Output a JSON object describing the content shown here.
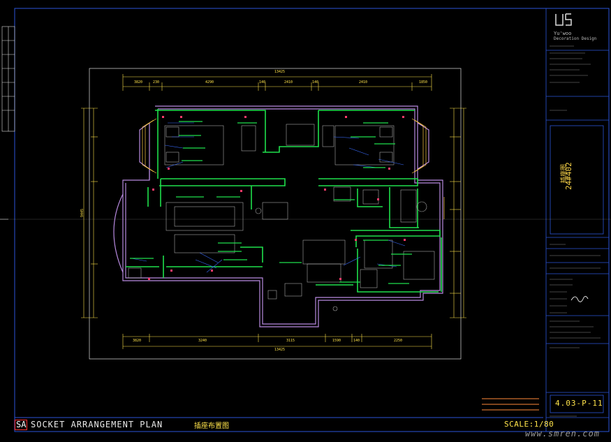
{
  "title_bar": {
    "sheet_code": "SA",
    "title_en": "SOCKET ARRANGEMENT PLAN",
    "title_cn": "插座布置图",
    "scale": "SCALE:1/80"
  },
  "title_block": {
    "brand_name": "Yu'woo",
    "brand_sub": "Decoration Design",
    "drawing_name_cn": "插座图",
    "drawing_code": "24#402",
    "sheet_number": "4.03-P-11"
  },
  "dimensions": {
    "top_total": "13425",
    "bottom_total": "13425",
    "left_total": "9445",
    "top_segments": [
      "3820",
      "230",
      "4290",
      "140",
      "2410",
      "140",
      "2410",
      "1850"
    ],
    "bottom_segments": [
      "3820",
      "3240",
      "3115",
      "1590",
      "140",
      "2250"
    ]
  },
  "watermark": "www.smren.com",
  "colors": {
    "background": "#000000",
    "wall_green": "#1fe04c",
    "wall_purple": "#b88ae0",
    "dimension_yellow": "#ffe34a",
    "furniture_gray": "#a8a8a8",
    "socket_blue": "#3a6cff",
    "frame_blue": "#2b54d8"
  }
}
